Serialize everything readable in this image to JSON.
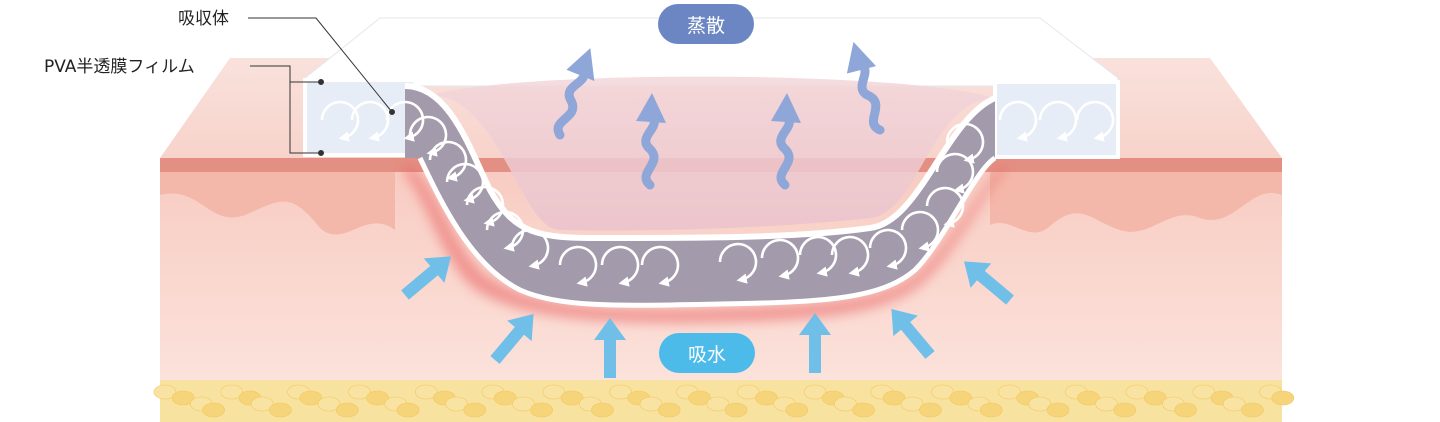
{
  "labels": {
    "absorber": "吸収体",
    "film": "PVA半透膜フィルム",
    "evaporation": "蒸散",
    "absorption": "吸水"
  },
  "colors": {
    "evaporation_pill": "#6b86c2",
    "absorption_pill": "#4dbbea",
    "evaporation_arrow": "#8fa6d8",
    "absorption_arrow": "#6fbfe8",
    "skin_surface": "#f6c9c0",
    "skin_top_layer": "#e48f83",
    "dermis": "#f9d8d0",
    "fat": "#f7dc8a",
    "absorber_pad": "#a39aac"
  },
  "icons": {
    "swirl": "circular-arrow-icon",
    "evaporation": "wavy-up-arrow-icon",
    "absorption": "straight-arrow-icon"
  }
}
